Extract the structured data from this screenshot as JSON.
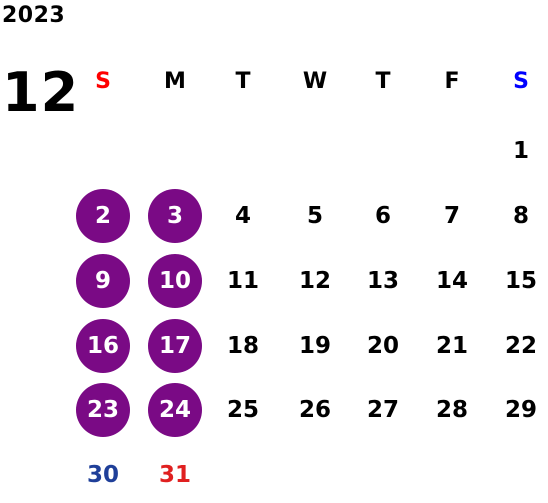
{
  "calendar": {
    "year": "2023",
    "month": "12",
    "weekdays": [
      {
        "label": "S",
        "color": "#ff0000"
      },
      {
        "label": "M",
        "color": "#000000"
      },
      {
        "label": "T",
        "color": "#000000"
      },
      {
        "label": "W",
        "color": "#000000"
      },
      {
        "label": "T",
        "color": "#000000"
      },
      {
        "label": "F",
        "color": "#000000"
      },
      {
        "label": "S",
        "color": "#0000ff"
      }
    ],
    "first_weekday_index": 6,
    "days": [
      {
        "label": "1",
        "color": "#000000",
        "highlight": false
      },
      {
        "label": "2",
        "color": "#ffffff",
        "highlight": true
      },
      {
        "label": "3",
        "color": "#ffffff",
        "highlight": true
      },
      {
        "label": "4",
        "color": "#000000",
        "highlight": false
      },
      {
        "label": "5",
        "color": "#000000",
        "highlight": false
      },
      {
        "label": "6",
        "color": "#000000",
        "highlight": false
      },
      {
        "label": "7",
        "color": "#000000",
        "highlight": false
      },
      {
        "label": "8",
        "color": "#000000",
        "highlight": false
      },
      {
        "label": "9",
        "color": "#ffffff",
        "highlight": true
      },
      {
        "label": "10",
        "color": "#ffffff",
        "highlight": true
      },
      {
        "label": "11",
        "color": "#000000",
        "highlight": false
      },
      {
        "label": "12",
        "color": "#000000",
        "highlight": false
      },
      {
        "label": "13",
        "color": "#000000",
        "highlight": false
      },
      {
        "label": "14",
        "color": "#000000",
        "highlight": false
      },
      {
        "label": "15",
        "color": "#000000",
        "highlight": false
      },
      {
        "label": "16",
        "color": "#ffffff",
        "highlight": true
      },
      {
        "label": "17",
        "color": "#ffffff",
        "highlight": true
      },
      {
        "label": "18",
        "color": "#000000",
        "highlight": false
      },
      {
        "label": "19",
        "color": "#000000",
        "highlight": false
      },
      {
        "label": "20",
        "color": "#000000",
        "highlight": false
      },
      {
        "label": "21",
        "color": "#000000",
        "highlight": false
      },
      {
        "label": "22",
        "color": "#000000",
        "highlight": false
      },
      {
        "label": "23",
        "color": "#ffffff",
        "highlight": true
      },
      {
        "label": "24",
        "color": "#ffffff",
        "highlight": true
      },
      {
        "label": "25",
        "color": "#000000",
        "highlight": false
      },
      {
        "label": "26",
        "color": "#000000",
        "highlight": false
      },
      {
        "label": "27",
        "color": "#000000",
        "highlight": false
      },
      {
        "label": "28",
        "color": "#000000",
        "highlight": false
      },
      {
        "label": "29",
        "color": "#000000",
        "highlight": false
      },
      {
        "label": "30",
        "color": "#1f3f99",
        "highlight": false
      },
      {
        "label": "31",
        "color": "#e02020",
        "highlight": false
      }
    ],
    "highlight_color": "#7a0a85"
  }
}
